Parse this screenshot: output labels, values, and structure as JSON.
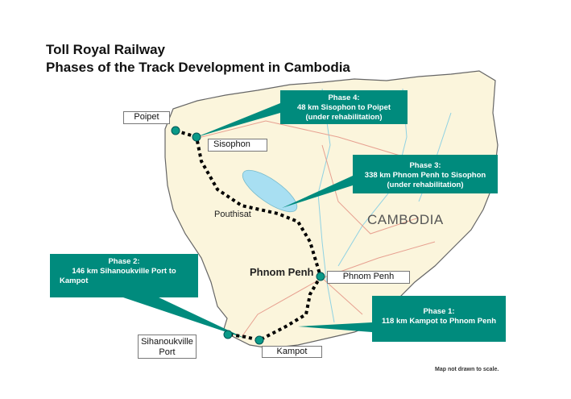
{
  "title": {
    "line1": "Toll Royal Railway",
    "line2": "Phases of the Track Development in Cambodia"
  },
  "colors": {
    "callout": "#008b7d",
    "land": "#fbf5dc",
    "lake": "#a8dff2",
    "border": "#666666",
    "rail": "#000000",
    "station": "#0a9a88"
  },
  "callouts": {
    "phase4": {
      "heading": "Phase 4:",
      "detail": "48 km Sisophon to Poipet",
      "status": "(under rehabilitation)"
    },
    "phase3": {
      "heading": "Phase 3:",
      "detail": "338 km Phnom Penh to Sisophon",
      "status": "(under rehabilitation)"
    },
    "phase2": {
      "heading": "Phase 2:",
      "detail": "146 km Sihanoukville Port to",
      "detail2": "Kampot"
    },
    "phase1": {
      "heading": "Phase 1:",
      "detail": "118 km Kampot to Phnom Penh"
    }
  },
  "labels": {
    "poipet": "Poipet",
    "sisophon": "Sisophon",
    "pouthisat": "Pouthisat",
    "country": "CAMBODIA",
    "capital": "Phnom Penh",
    "phnom_penh_station": "Phnom Penh",
    "sihanoukville_1": "Sihanoukville",
    "sihanoukville_2": "Port",
    "kampot": "Kampot"
  },
  "note": "Map not drawn to scale."
}
